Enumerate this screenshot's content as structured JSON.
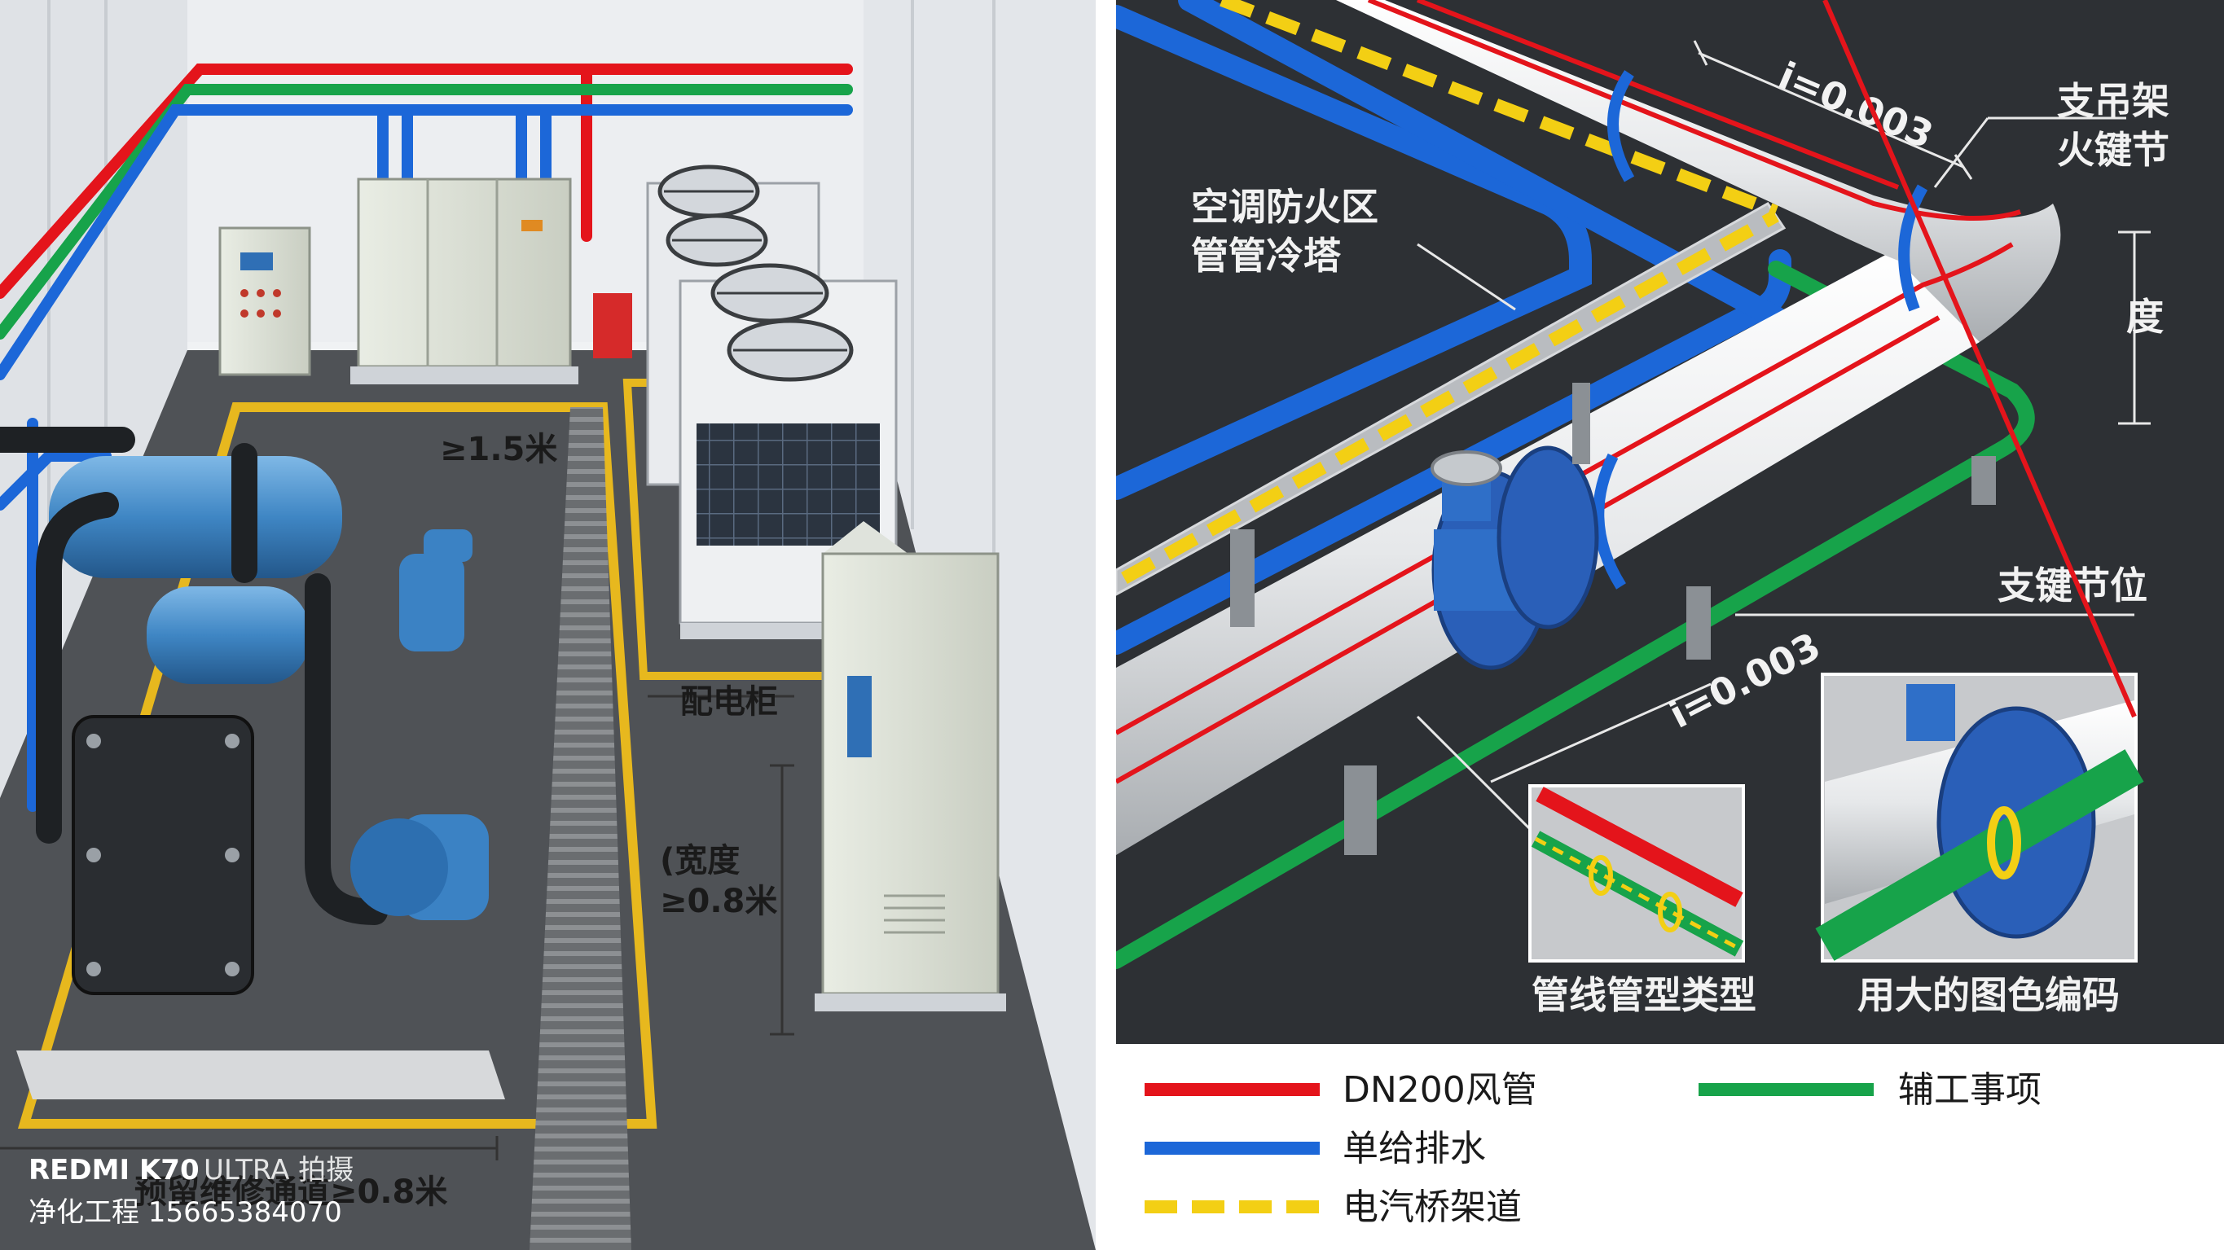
{
  "left_panel": {
    "dim_clearance_top": "≥1.5米",
    "label_distribution_cabinet": "配电柜",
    "dim_width_line1": "(宽度",
    "dim_width_line2": "≥0.8米",
    "label_maintenance_channel": "预留维修通道≥0.8米",
    "watermark_line1_brand": "REDMI K70",
    "watermark_line1_rest": "ULTRA 拍摄",
    "watermark_line2": "净化工程 15665384070"
  },
  "right_panel": {
    "slope_top": "i=0.003",
    "slope_bottom": "i=0.003",
    "label_support": [
      "支吊架",
      "火键节"
    ],
    "label_degree": "度",
    "label_fire_zone": [
      "空调防火区",
      "管管冷塔"
    ],
    "label_support_position": "支键节位",
    "inset1_caption": "管线管型类型",
    "inset2_caption": "用大的图色编码"
  },
  "legend": {
    "items": [
      {
        "label": "DN200风管",
        "color": "#e4141b",
        "style": "solid"
      },
      {
        "label": "单给排水",
        "color": "#1c67d8",
        "style": "solid"
      },
      {
        "label": "电汽桥架道",
        "color": "#f3cf14",
        "style": "dashed"
      },
      {
        "label": "辅工事项",
        "color": "#17a34a",
        "style": "solid"
      }
    ]
  },
  "colors": {
    "pipe_red": "#e4141b",
    "pipe_blue": "#1c67d8",
    "pipe_green": "#17a34a",
    "tray_yellow": "#f3cf14",
    "equipment_blue": "#4a90c8",
    "dark_background": "#2d3034"
  }
}
